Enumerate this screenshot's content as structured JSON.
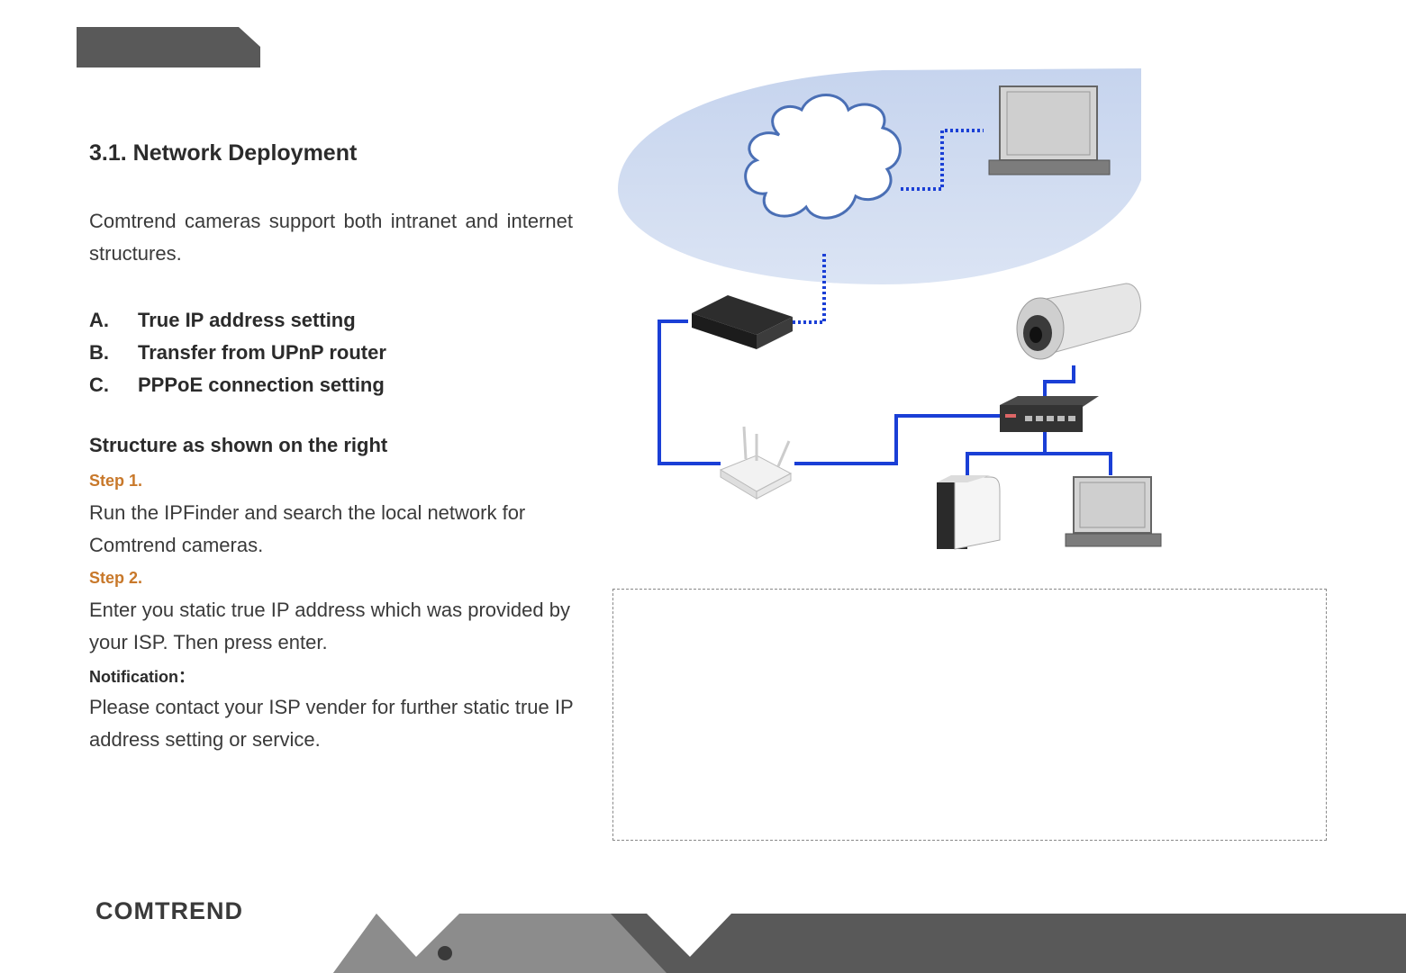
{
  "section_title": "3.1. Network Deployment",
  "intro": "Comtrend cameras support both intranet and internet structures.",
  "options": [
    {
      "letter": "A.",
      "label": "True IP address setting"
    },
    {
      "letter": "B.",
      "label": "Transfer from UPnP router"
    },
    {
      "letter": "C.",
      "label": "PPPoE connection setting"
    }
  ],
  "structure_heading": "Structure as shown on the right",
  "step1": {
    "label": "Step 1.",
    "text": "Run the IPFinder and search the local network for Comtrend cameras."
  },
  "step2": {
    "label": "Step 2.",
    "text": "Enter you static true IP address which was provided by your ISP. Then press enter."
  },
  "notification": {
    "label": "Notification：",
    "text": "Please contact your ISP vender for further static true IP address setting or service."
  },
  "logo": "COMTREND",
  "colors": {
    "accent": "#c8782a",
    "link_blue": "#1a3fd6",
    "cloud_fill": "#c9d7ef",
    "footer_gray": "#595959"
  }
}
